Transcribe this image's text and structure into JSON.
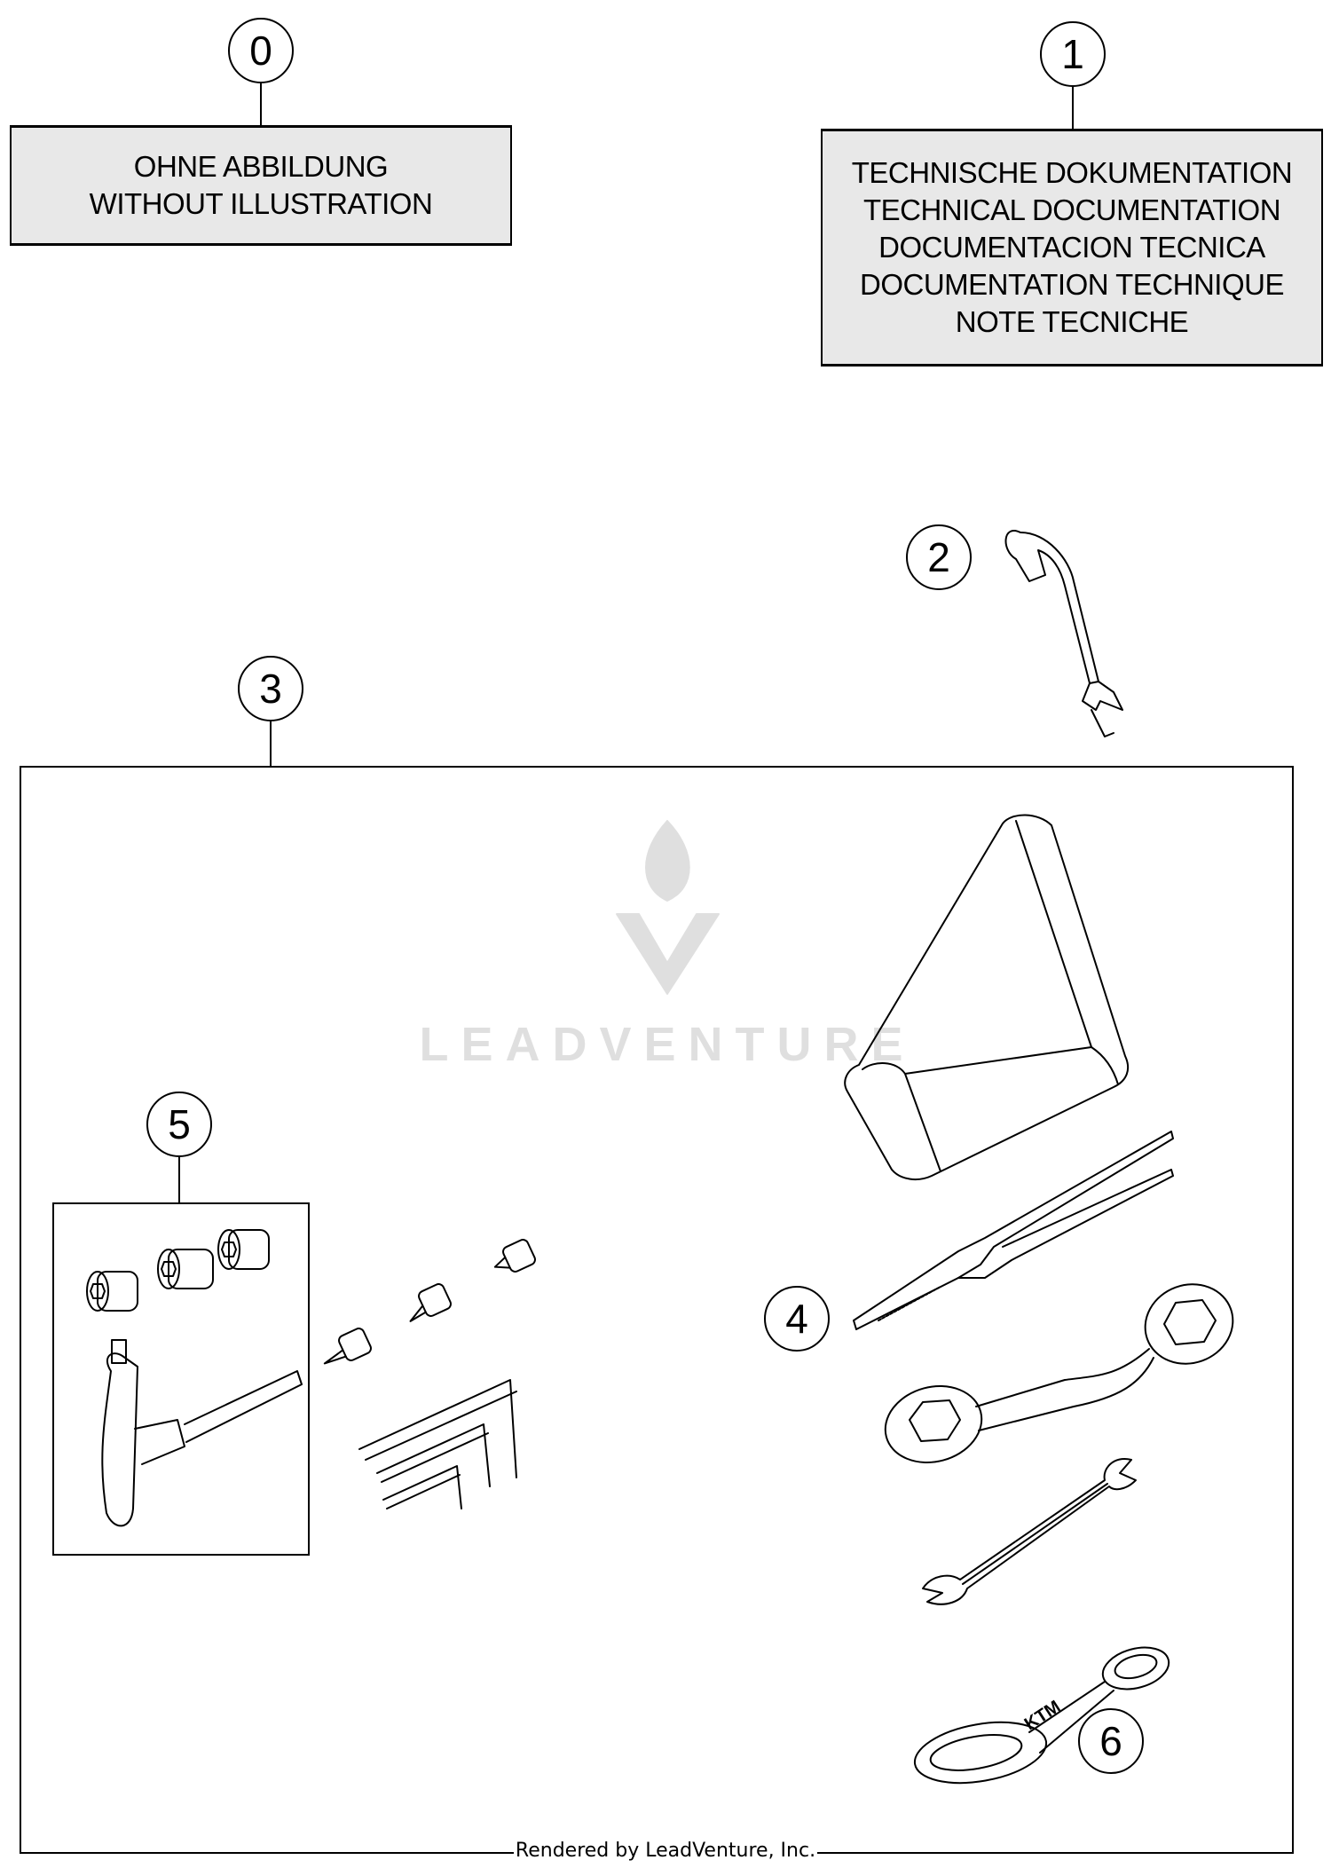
{
  "callouts": {
    "c0": "0",
    "c1": "1",
    "c2": "2",
    "c3": "3",
    "c4": "4",
    "c5": "5",
    "c6": "6"
  },
  "box0": {
    "lines": [
      "OHNE ABBILDUNG",
      "WITHOUT ILLUSTRATION"
    ]
  },
  "box1": {
    "lines": [
      "TECHNISCHE DOKUMENTATION",
      "TECHNICAL DOCUMENTATION",
      "DOCUMENTACION TECNICA",
      "DOCUMENTATION TECHNIQUE",
      "NOTE TECNICHE"
    ]
  },
  "watermark": {
    "text": "LEADVENTURE"
  },
  "tool_logo": {
    "text": "KTM"
  },
  "footer": {
    "text": "Rendered by LeadVenture, Inc."
  },
  "colors": {
    "box_fill": "#e8e8e8",
    "line": "#000000",
    "watermark": "#e6e6e6"
  }
}
